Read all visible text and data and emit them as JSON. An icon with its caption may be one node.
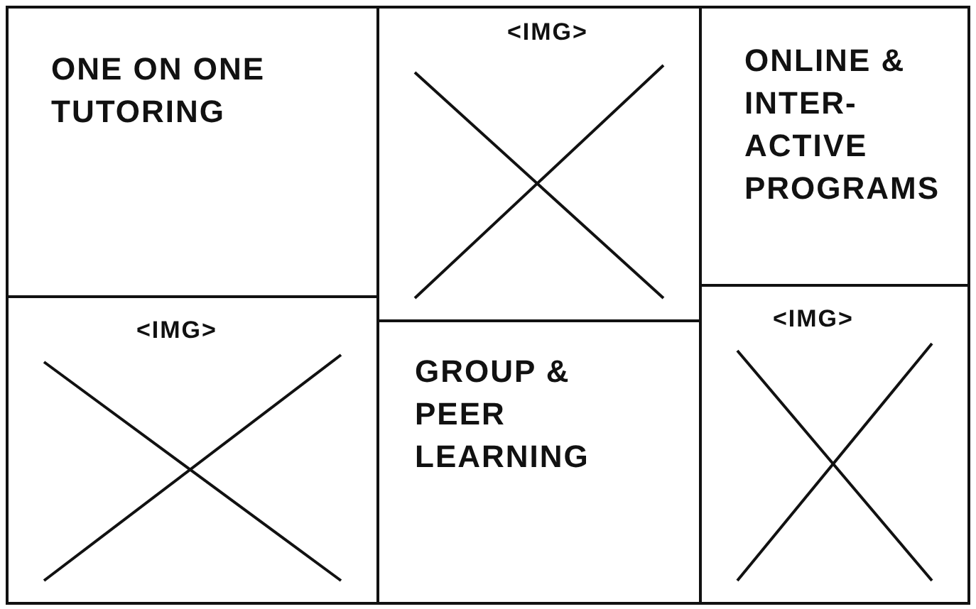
{
  "diagram": {
    "nodes": [
      {
        "text": [
          "ONE ON ONE TUTORING"
        ]
      },
      {
        "text": [
          "<IMG>"
        ]
      },
      {
        "text": [
          "ONLINE & INTER-ACTIVE PROGRAMS"
        ]
      },
      {
        "text": [
          "<IMG>"
        ]
      },
      {
        "text": [
          "GROUP & PEER LEARNING"
        ]
      },
      {
        "text": [
          "<IMG>"
        ]
      }
    ]
  }
}
